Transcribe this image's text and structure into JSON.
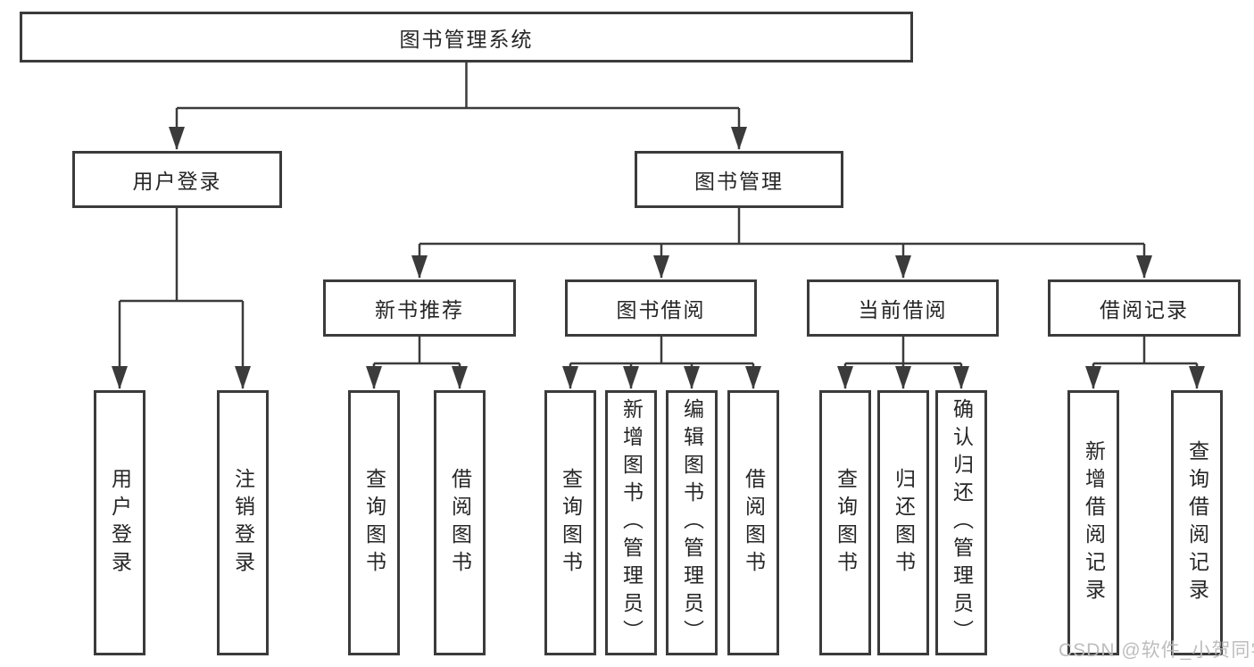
{
  "colors": {
    "line": "#3b3b3b",
    "border": "#3b3b3b",
    "text": "#262626",
    "background": "#ffffff",
    "watermark": "#b9b9b9"
  },
  "watermark": "CSDN @软件_小贺同学",
  "tree": {
    "root": "图书管理系统",
    "children": [
      {
        "label": "用户登录",
        "children": [
          {
            "label": "用户登录"
          },
          {
            "label": "注销登录"
          }
        ]
      },
      {
        "label": "图书管理",
        "children": [
          {
            "label": "新书推荐",
            "children": [
              {
                "label": "查询图书"
              },
              {
                "label": "借阅图书"
              }
            ]
          },
          {
            "label": "图书借阅",
            "children": [
              {
                "label": "查询图书"
              },
              {
                "label": "新增图书（管理员）"
              },
              {
                "label": "编辑图书（管理员）"
              },
              {
                "label": "借阅图书"
              }
            ]
          },
          {
            "label": "当前借阅",
            "children": [
              {
                "label": "查询图书"
              },
              {
                "label": "归还图书"
              },
              {
                "label": "确认归还（管理员）"
              }
            ]
          },
          {
            "label": "借阅记录",
            "children": [
              {
                "label": "新增借阅记录"
              },
              {
                "label": "查询借阅记录"
              }
            ]
          }
        ]
      }
    ]
  }
}
